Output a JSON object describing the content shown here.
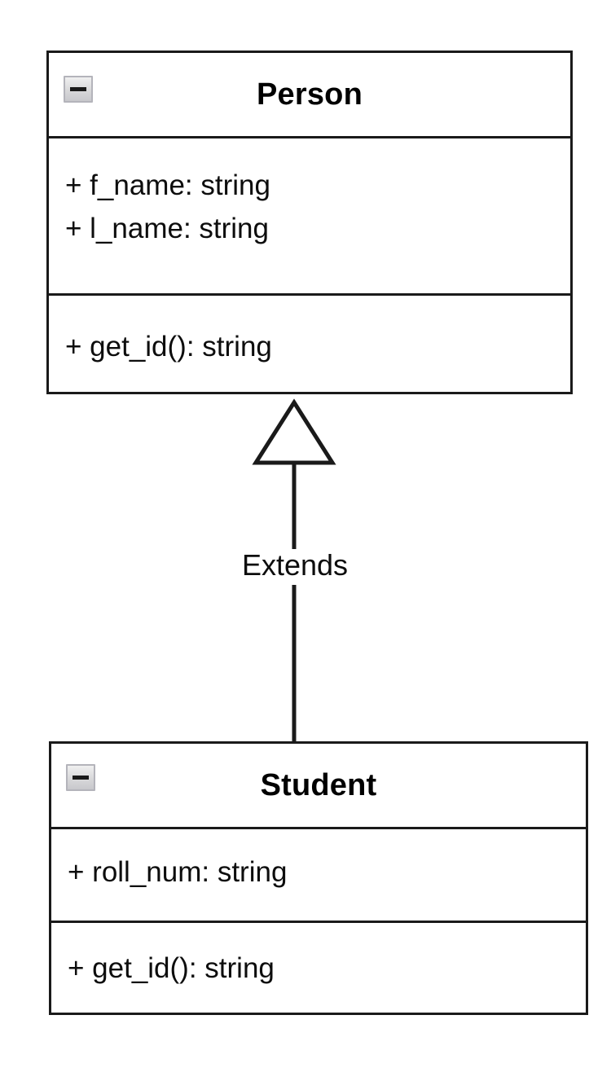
{
  "diagram": {
    "type": "uml-class-diagram",
    "background_color": "#ffffff",
    "line_color": "#1a1a1a",
    "text_color": "#0d0d0d",
    "classes": [
      {
        "id": "person",
        "name": "Person",
        "collapse_icon": "minus-icon",
        "attributes": [
          {
            "visibility": "+",
            "text": "+ f_name: string"
          },
          {
            "visibility": "+",
            "text": "+ l_name: string"
          }
        ],
        "methods": [
          {
            "visibility": "+",
            "text": "+ get_id(): string"
          }
        ]
      },
      {
        "id": "student",
        "name": "Student",
        "collapse_icon": "minus-icon",
        "attributes": [
          {
            "visibility": "+",
            "text": "+ roll_num: string"
          }
        ],
        "methods": [
          {
            "visibility": "+",
            "text": "+ get_id(): string"
          }
        ]
      }
    ],
    "relationships": [
      {
        "id": "extends",
        "kind": "generalization",
        "label": "Extends",
        "from": "Student",
        "to": "Person",
        "arrow": "hollow-triangle"
      }
    ]
  }
}
